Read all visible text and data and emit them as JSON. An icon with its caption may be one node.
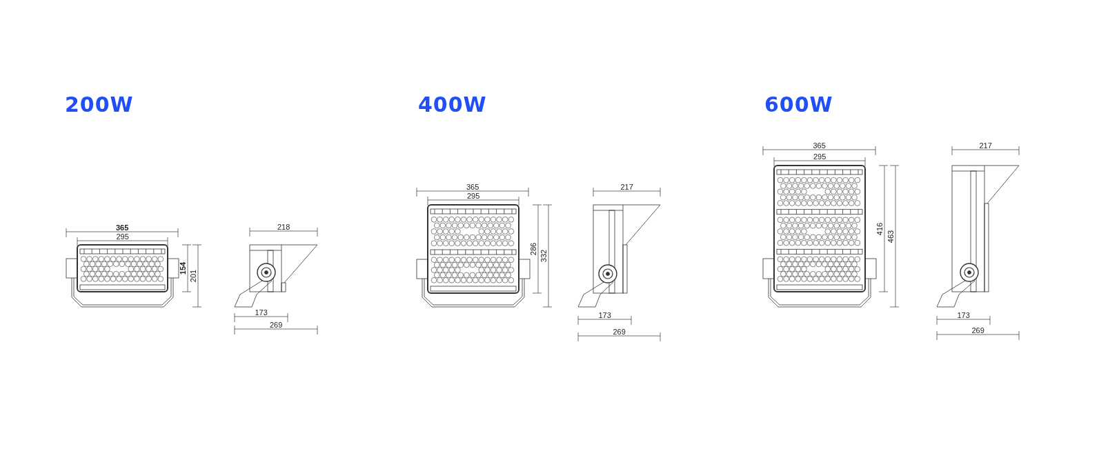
{
  "diagram": {
    "labels": [
      "200W",
      "365",
      "295",
      "154",
      "201",
      "218",
      "173",
      "269",
      "400W",
      "365",
      "295",
      "286",
      "332",
      "217",
      "173",
      "269",
      "600W",
      "365",
      "295",
      "416",
      "463",
      "217",
      "173",
      "269"
    ]
  }
}
